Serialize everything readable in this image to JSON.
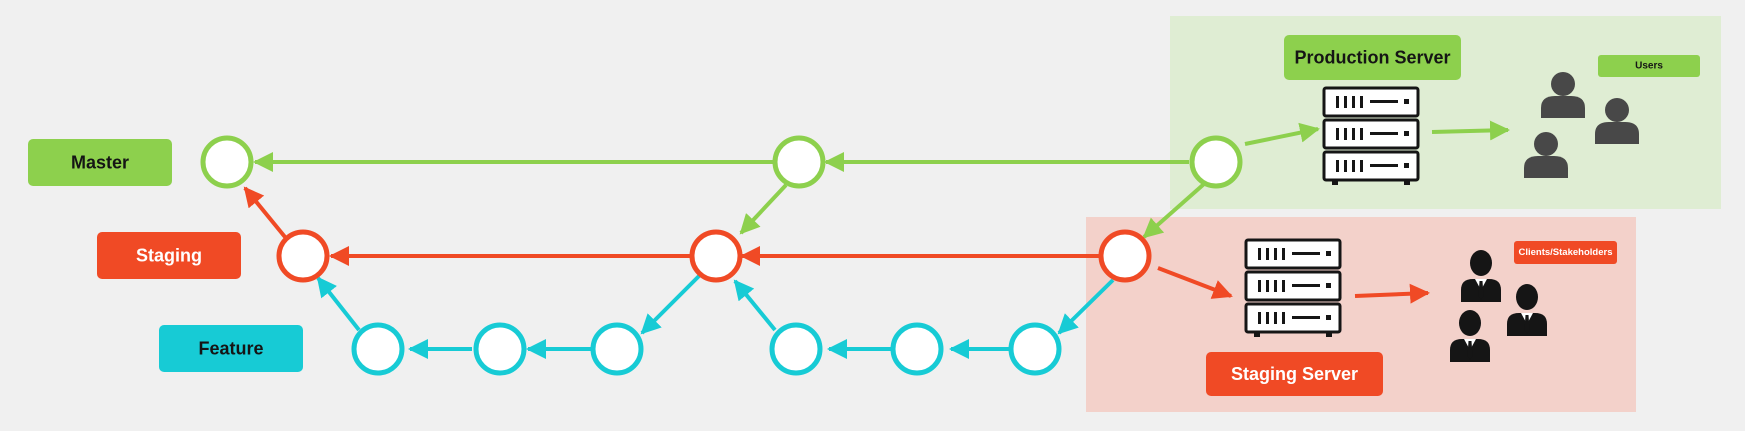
{
  "colors": {
    "master": "#8dd04d",
    "staging": "#f04a25",
    "feature": "#17cbd5",
    "production_zone": "#dfedd3",
    "staging_zone": "#f3d1ca",
    "icon": "#151515",
    "person": "#484848",
    "background": "#f0f0f0"
  },
  "branches": {
    "master": "Master",
    "staging": "Staging",
    "feature": "Feature"
  },
  "production": {
    "title": "Production Server",
    "audience": "Users",
    "server_icon": "server-rack-icon",
    "audience_icon": "users-group-icon"
  },
  "staging_env": {
    "title": "Staging Server",
    "audience": "Clients/Stakeholders",
    "server_icon": "server-rack-icon",
    "audience_icon": "business-people-icon"
  }
}
